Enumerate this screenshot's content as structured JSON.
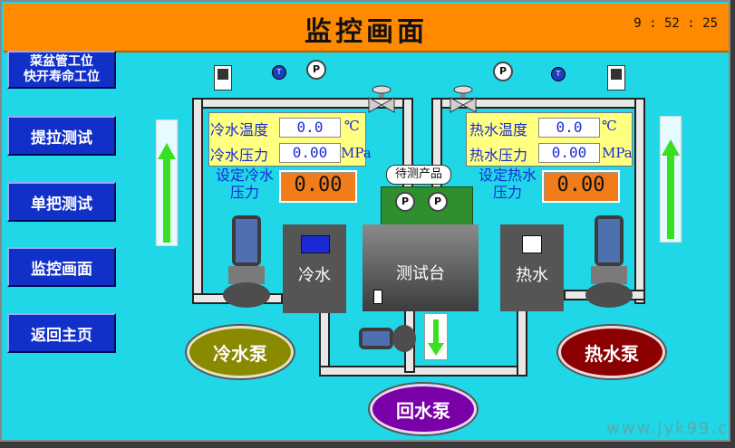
{
  "title": "监控画面",
  "clock": "9 : 52 : 25",
  "nav": {
    "line1": "菜盆管工位",
    "line2": "快开寿命工位",
    "pull_test": "提拉测试",
    "single_test": "单把测试",
    "monitor": "监控画面",
    "home": "返回主页"
  },
  "cold": {
    "temp_label": "冷水温度",
    "temp_value": "0.0",
    "temp_unit": "℃",
    "pressure_label": "冷水压力",
    "pressure_value": "0.00",
    "pressure_unit": "MPa",
    "set_label_1": "设定冷水",
    "set_label_2": "压力",
    "set_value": "0.00",
    "tank_label": "冷水",
    "pump_label": "冷水泵"
  },
  "hot": {
    "temp_label": "热水温度",
    "temp_value": "0.0",
    "temp_unit": "℃",
    "pressure_label": "热水压力",
    "pressure_value": "0.00",
    "pressure_unit": "MPa",
    "set_label_1": "设定热水",
    "set_label_2": "压力",
    "set_value": "0.00",
    "tank_label": "热水",
    "pump_label": "热水泵"
  },
  "product_label": "待测产品",
  "test_bench_label": "测试台",
  "return_pump_label": "回水泵",
  "gauge_symbol": "P",
  "sensor_symbol": "T",
  "watermark": "www.jyk99.c",
  "colors": {
    "background": "#1fd7e6",
    "title_bar": "#ff8a00",
    "nav_button": "#1030c8",
    "cold_pump": "#8a8a00",
    "hot_pump": "#8b0000",
    "return_pump": "#7a00a8",
    "set_value_box": "#f07c1c",
    "flow_arrow": "#38e020"
  }
}
